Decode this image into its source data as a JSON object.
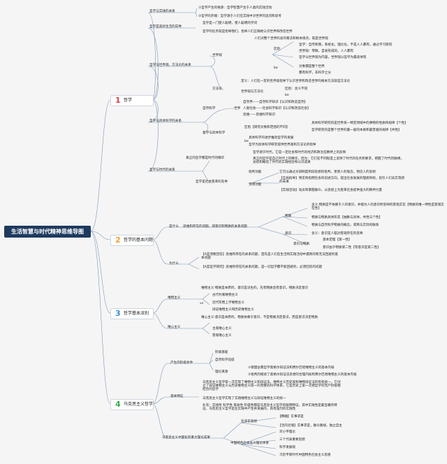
{
  "root": "生活智慧与时代精神思维导图",
  "main": [
    {
      "num": "1",
      "label": "哲学",
      "color": "#d64545"
    },
    {
      "num": "2",
      "label": "哲学的基本问题",
      "color": "#f0a030"
    },
    {
      "num": "3",
      "label": "哲学基本派别",
      "color": "#3a8fd6"
    },
    {
      "num": "4",
      "label": "马克思主义哲学",
      "color": "#3aaa4a"
    }
  ],
  "b1": {
    "s1": "哲学与实践的关系",
    "s1a": "①哲学产生的根源：哲学智慧产生于人类的实践活动",
    "s1b": "②哲学的开端：哲学源于人们在实践中对世界的追问和思考",
    "s2": "哲学是美好生活的向导",
    "s2a": "哲学是一门使人聪明，使人聪明的学问",
    "s2b": "哲学的任务就是指导我们，指导人们正确地认识世界和改造世界",
    "s3": "哲学与世界观，方法论的关系",
    "wv": "世界观",
    "wv1": "人们对整个世界的总的看法和根本观点，就是世界观",
    "qb": "区别",
    "qb1": "哲学：自然和我，系统化，理论化，不是人人都有，通过学习获得",
    "qb2": "世界观：零散，自发形成的，人人都有",
    "lx": "联系",
    "lx1": "哲学是系统化理论化的世界观",
    "lx2": "哲学以世界观为内容，世界观以哲学为最高体现",
    "lx3": "世界观决定方法论",
    "be": "be",
    "be1": "对象都是整个世界",
    "be2": "都有科学，非科学之分",
    "ff": "方法论",
    "ff1": "定义：人们在一定的世界观指导下认识世界和改造世界的根本方法就是方法论",
    "ff2": "世界观与方法论",
    "ff3": "区别：含义不同",
    "ff4": "be",
    "s4": "哲学与具体科学的关系",
    "zr": "自然科学",
    "sj": "世界",
    "sj1": "自然界——自然科学知识【认识和改造自然】",
    "sj2": "人类社会——社会科学知识【认识和改造社会】",
    "sj3": "思维——思维科学知识",
    "jt": "哲学与具体科学",
    "jt0": "区别【研究对象和范围的不同】",
    "jt1": "具体科学研究的是世界某一特定领域中的事物的性质和规律【个性】",
    "jt2": "哲学研究的是整个世界的最一般的本质和最普遍的规律【共性】",
    "jt3": "be",
    "jt4": "具体科学的进步推动哲学的发展",
    "jt5": "哲学为具体科学研究提供世界观和方法论的指导",
    "s5": "哲学与时代的关系",
    "zz": "真正的哲学都是时代的精华",
    "zz1": "哲学源于时代，它是一定社会和时代的经济和政治在精神上的反映",
    "zz2": "真正的哲学是自己时代上的精华，因为：它们在不同程度上反映了时代的任务和要求，把握了时代的脉搏，总结和概括了时代的实践经验和认识成果",
    "bg": "哲学是社会变革的先导",
    "bg1": "批判功能",
    "bg1a": "它可以通过对旧制度和旧思想的批判，更新人的观念，预见人的思想",
    "bg2": "预测功能",
    "bg2a": "【全局指导】预见和指明社会的前进方向，提出社会发展的理想目标，指引人们去实现新的未来",
    "bg2b": "【实践活动】动员和掌握群众，从思想上为变革社会提供强大的精神力量"
  },
  "b2": {
    "s1": "是什么",
    "s1a": "思维和存在的问题，即意识和物质的关系问题",
    "wz": "物质",
    "wz1": "含义:物质是不依赖于人的意识，并能为人的意识所反映的客观实在【物质的唯一特性是客观实在性】",
    "wz2": "物质与物质具体形态【抽象与具体，共性与个性】",
    "wz3": "物质与自然科学物质的概念，或称与实际的联系",
    "ys": "意识",
    "ys1": "含义：意识是人脑对客观存在的反映",
    "ys2": "意识与物质",
    "ys3": "基本定理【第一性】",
    "ys4": "意识由于物质第二性【有意识是第二性】",
    "s2": "为什么",
    "s2a": "【A是须要回答】思维和存在的关系问题，首先是人们在生活和实践活动中遇到的和无法回避的基本问题",
    "s2b": "【A是哲学研究】思维和存在的关系问题，是一切哲学都不能回避的，必须回答的问题"
  },
  "b3": {
    "wzy": "唯物主义",
    "wzy0": "唯物主义:物质是本原的，意识是派生的，先有物质后有意识，物质决定意识",
    "wzy1": "古代朴素唯物主义",
    "wzy2": "近代形而上学唯物主义",
    "wzy3": "辩证唯物主义和历史唯物主义",
    "wxy": "唯心主义",
    "wxy0": "唯心主义:意识是本原的，物质依赖于意识，不是物质决定意识，而是意识决定物质",
    "wxy1": "主观唯心主义",
    "wxy2": "客观唯心主义",
    "vv": "vv"
  },
  "b4": {
    "cs": "产生的阶级条件",
    "cs1": "阶级基础",
    "cs2": "自然科学前提",
    "cs3": "理论来源",
    "cs3a": "①德国古典哲学黑格尔辩证法和费尔巴哈唯物主义的基本内核",
    "cs3b": "②批判的继承了黑格尔辩证法思想的合理内核和费尔巴哈唯物主义的基本内核",
    "jb": "基本特征",
    "jb1": "马克思主义哲学第一次实现了唯物主义和辩证法，唯物主义历史观和唯物辩证法的有机统一，它创立了辩证唯物主义与历史唯物主义统一的完整的科学体系，它是历史上第一次把哲学同无产阶级相结合的哲学",
    "jb2": "马克思主义哲学实现了实践唯物主义与辩证唯物主义的统一",
    "jb3": "补充：实践性 科学性 革命性 阶级性都是马克思主义哲学的鲜明特征，其中实践性是最显著的特征，马克思主义哲学是在实践中产生并发展的，具有强烈的实践性",
    "zg": "马克思主义中国化的重大理论成果",
    "mz": "毛泽东思想",
    "mz1": "【精髓】实事求是",
    "mz2": "【活的灵魂】实事求是，群众路线，独立自主",
    "ts": "中国特色社会主义理论体系",
    "ts1": "邓小平理论",
    "ts2": "三个代表重要思想",
    "ts3": "科学发展观",
    "ts4": "习近平新时代中国特色社会主义思想"
  },
  "colors": {
    "line": "#6c8bb0",
    "root": "#1e3a5f"
  }
}
